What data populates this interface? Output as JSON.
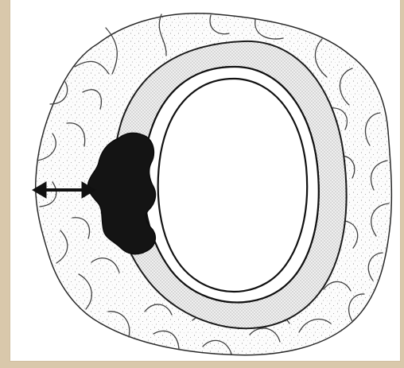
{
  "figure": {
    "background_color": "#d9c8ab",
    "panel_color": "#ffffff",
    "stroke_color": "#111111",
    "lesion_color": "#141414",
    "band_pattern": "fine-dots",
    "stone_fill": "stippled",
    "arrow_type": "double-headed"
  }
}
